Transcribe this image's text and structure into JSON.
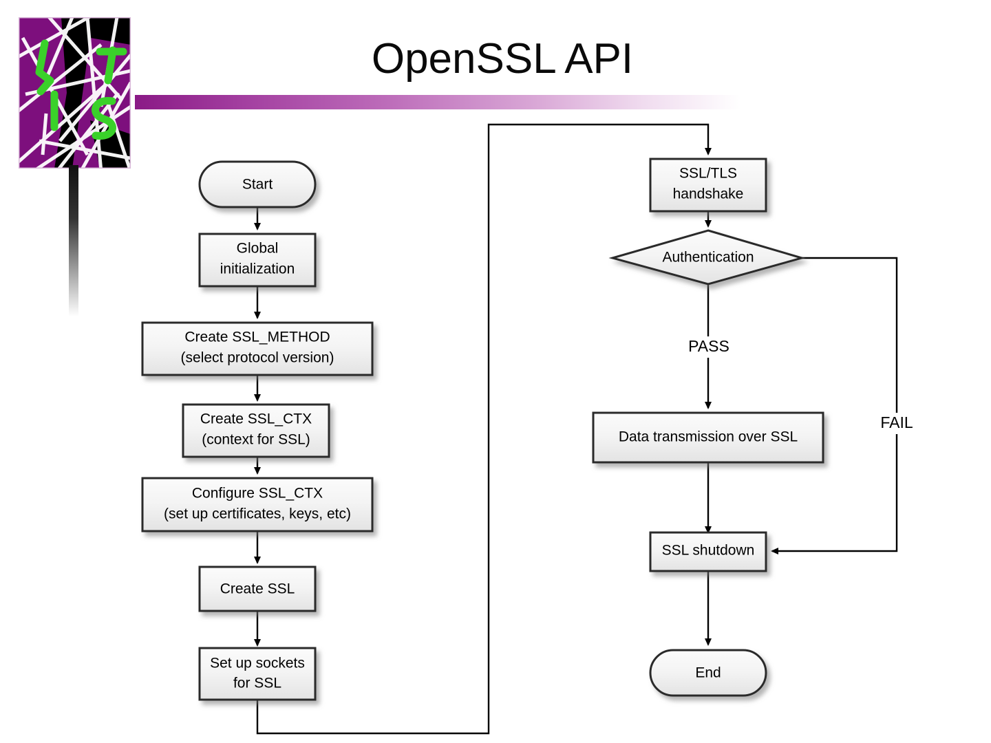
{
  "slide": {
    "title": "OpenSSL API",
    "logo_alt": "list-logo",
    "accent_color": "#8a1a86",
    "background": "#ffffff"
  },
  "diagram": {
    "type": "flowchart",
    "node_fill": "#f2f2f2",
    "node_stroke": "#2b2b2b",
    "edge_stroke": "#000000",
    "nodes": [
      {
        "id": "start",
        "shape": "terminator",
        "label": "Start",
        "column": "left"
      },
      {
        "id": "global",
        "shape": "process",
        "label": "Global\ninitialization",
        "line1": "Global",
        "line2": "initialization",
        "column": "left"
      },
      {
        "id": "method",
        "shape": "process",
        "label": "Create SSL_METHOD\n(select protocol version)",
        "line1": "Create SSL_METHOD",
        "line2": "(select protocol version)",
        "column": "left"
      },
      {
        "id": "ctx",
        "shape": "process",
        "label": "Create SSL_CTX\n(context for SSL)",
        "line1": "Create SSL_CTX",
        "line2": "(context for SSL)",
        "column": "left"
      },
      {
        "id": "configure",
        "shape": "process",
        "label": "Configure SSL_CTX\n(set up certificates, keys, etc)",
        "line1": "Configure SSL_CTX",
        "line2": "(set up certificates, keys, etc)",
        "column": "left"
      },
      {
        "id": "createssl",
        "shape": "process",
        "label": "Create SSL",
        "line1": "Create SSL",
        "column": "left"
      },
      {
        "id": "sockets",
        "shape": "process",
        "label": "Set up sockets\nfor SSL",
        "line1": "Set up sockets",
        "line2": "for SSL",
        "column": "left"
      },
      {
        "id": "handshake",
        "shape": "process",
        "label": "SSL/TLS\nhandshake",
        "line1": "SSL/TLS",
        "line2": "handshake",
        "column": "right"
      },
      {
        "id": "auth",
        "shape": "decision",
        "label": "Authentication",
        "line1": "Authentication",
        "column": "right"
      },
      {
        "id": "datatx",
        "shape": "process",
        "label": "Data transmission over SSL",
        "line1": "Data transmission over SSL",
        "column": "right"
      },
      {
        "id": "shutdown",
        "shape": "process",
        "label": "SSL shutdown",
        "line1": "SSL shutdown",
        "column": "right"
      },
      {
        "id": "end",
        "shape": "terminator",
        "label": "End",
        "column": "right"
      }
    ],
    "edges": [
      {
        "from": "start",
        "to": "global",
        "label": ""
      },
      {
        "from": "global",
        "to": "method",
        "label": ""
      },
      {
        "from": "method",
        "to": "ctx",
        "label": ""
      },
      {
        "from": "ctx",
        "to": "configure",
        "label": ""
      },
      {
        "from": "configure",
        "to": "createssl",
        "label": ""
      },
      {
        "from": "createssl",
        "to": "sockets",
        "label": ""
      },
      {
        "from": "sockets",
        "to": "handshake",
        "label": ""
      },
      {
        "from": "handshake",
        "to": "auth",
        "label": ""
      },
      {
        "from": "auth",
        "to": "datatx",
        "label": "PASS"
      },
      {
        "from": "auth",
        "to": "shutdown",
        "label": "FAIL"
      },
      {
        "from": "datatx",
        "to": "shutdown",
        "label": ""
      },
      {
        "from": "shutdown",
        "to": "end",
        "label": ""
      }
    ],
    "edge_labels": {
      "pass": "PASS",
      "fail": "FAIL"
    }
  }
}
